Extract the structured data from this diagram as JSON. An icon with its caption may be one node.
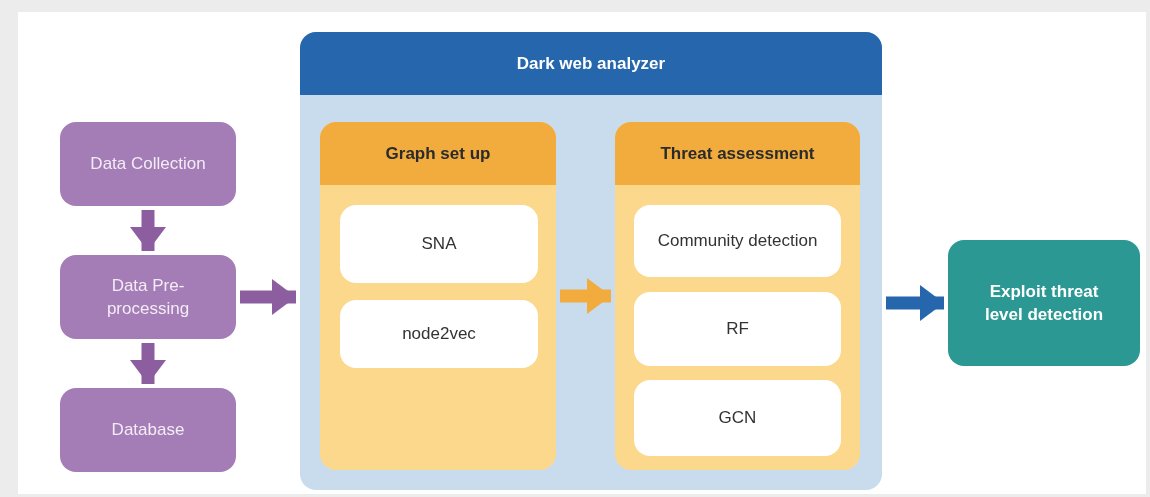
{
  "diagram": {
    "nodes": [
      {
        "text": [
          "Data Collection"
        ]
      },
      {
        "text": [
          "Data Pre-processing"
        ]
      },
      {
        "text": [
          "Database"
        ]
      },
      {
        "text": [
          "Dark web analyzer"
        ]
      },
      {
        "text": [
          "Graph set up"
        ],
        "in": 3
      },
      {
        "text": [
          "SNA"
        ],
        "in": 4
      },
      {
        "text": [
          "node2vec"
        ],
        "in": 4
      },
      {
        "text": [
          "Threat assessment"
        ],
        "in": 3
      },
      {
        "text": [
          "Community detection"
        ],
        "in": 7
      },
      {
        "text": [
          "RF"
        ],
        "in": 7
      },
      {
        "text": [
          "GCN"
        ],
        "in": 7
      },
      {
        "text": [
          "Exploit threat level detection"
        ]
      }
    ],
    "edges": [
      {
        "from": 0,
        "to": 1,
        "arrow": "to"
      },
      {
        "from": 1,
        "to": 2,
        "arrow": "to"
      },
      {
        "from": 1,
        "to": 3,
        "arrow": "to"
      },
      {
        "from": 4,
        "to": 7,
        "arrow": "to",
        "color": "#f2ac3e"
      },
      {
        "from": 3,
        "to": 11,
        "arrow": "to",
        "color": "#2566ad"
      }
    ]
  }
}
